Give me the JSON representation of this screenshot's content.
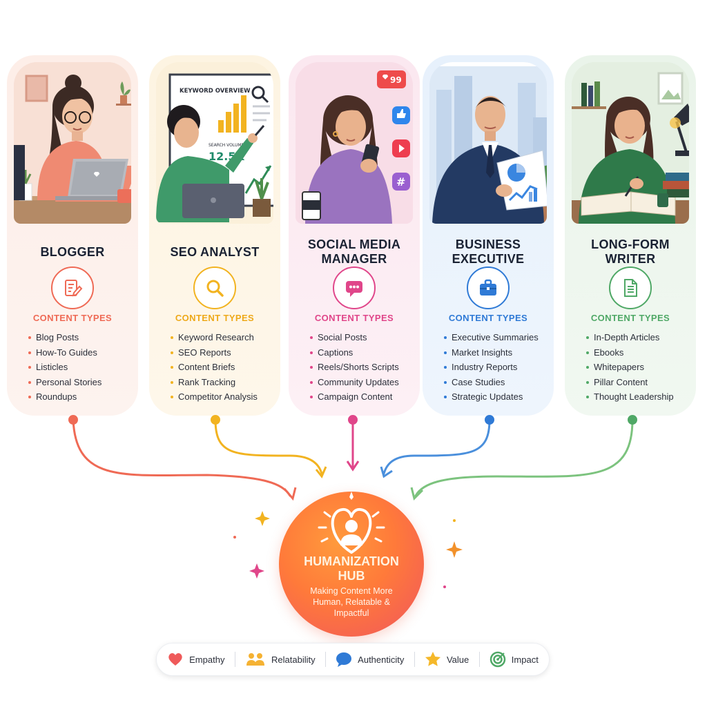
{
  "cards": [
    {
      "role": "BLOGGER",
      "icon": "document-pen-icon",
      "color": "#ef6a55",
      "content_types_label": "CONTENT TYPES",
      "items": [
        "Blog Posts",
        "How-To Guides",
        "Listicles",
        "Personal Stories",
        "Roundups"
      ]
    },
    {
      "role": "SEO ANALYST",
      "icon": "magnifier-icon",
      "color": "#f2b320",
      "content_types_label": "CONTENT TYPES",
      "items": [
        "Keyword Research",
        "SEO Reports",
        "Content Briefs",
        "Rank Tracking",
        "Competitor Analysis"
      ],
      "scene_texts": {
        "board_title": "KEYWORD OVERVIEW",
        "metric_label": "SEARCH VOLUME",
        "metric_value": "12.5K"
      }
    },
    {
      "role": "SOCIAL MEDIA MANAGER",
      "icon": "chat-bubble-icon",
      "color": "#e0468a",
      "content_types_label": "CONTENT TYPES",
      "items": [
        "Social Posts",
        "Captions",
        "Reels/Shorts Scripts",
        "Community Updates",
        "Campaign Content"
      ],
      "scene_texts": {
        "likes_badge": "99"
      }
    },
    {
      "role": "BUSINESS EXECUTIVE",
      "icon": "briefcase-icon",
      "color": "#2f7ad6",
      "content_types_label": "CONTENT TYPES",
      "items": [
        "Executive Summaries",
        "Market Insights",
        "Industry Reports",
        "Case Studies",
        "Strategic Updates"
      ]
    },
    {
      "role": "LONG-FORM WRITER",
      "icon": "document-lines-icon",
      "color": "#4fa866",
      "content_types_label": "CONTENT TYPES",
      "items": [
        "In-Depth Articles",
        "Ebooks",
        "Whitepapers",
        "Pillar Content",
        "Thought Leadership"
      ]
    }
  ],
  "hub": {
    "icon": "heart-person-icon",
    "title": "HUMANIZATION HUB",
    "subtitle": "Making Content More Human, Relatable & Impactful"
  },
  "values": [
    {
      "label": "Empathy",
      "icon": "heart-icon",
      "color": "#ef5a5a"
    },
    {
      "label": "Relatability",
      "icon": "people-icon",
      "color": "#f5b233"
    },
    {
      "label": "Authenticity",
      "icon": "speech-bubble-icon",
      "color": "#2f7ad6"
    },
    {
      "label": "Value",
      "icon": "star-icon",
      "color": "#f5b82a"
    },
    {
      "label": "Impact",
      "icon": "target-icon",
      "color": "#4fa866"
    }
  ]
}
